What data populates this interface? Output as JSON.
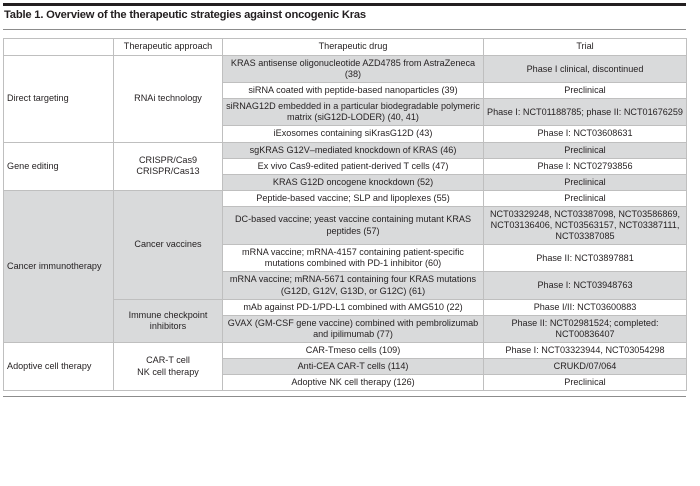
{
  "title": "Table 1. Overview of the therapeutic strategies against oncogenic Kras",
  "columns": {
    "blank": "",
    "approach": "Therapeutic approach",
    "drug": "Therapeutic drug",
    "trial": "Trial"
  },
  "colors": {
    "rule": "#231f20",
    "grid": "#bfbfbf",
    "shade": "#d9dadb",
    "text": "#231f20"
  },
  "groups": [
    {
      "category": "Direct targeting",
      "approach": "RNAi technology",
      "rows": [
        {
          "drug": "KRAS antisense oligonucleotide AZD4785 from AstraZeneca (38)",
          "trial": "Phase I clinical, discontinued",
          "shade": true
        },
        {
          "drug": "siRNA coated with peptide-based nanoparticles (39)",
          "trial": "Preclinical",
          "shade": false
        },
        {
          "drug": "siRNAG12D embedded in a particular biodegradable polymeric matrix (siG12D-LODER) (40, 41)",
          "trial": "Phase I: NCT01188785; phase II: NCT01676259",
          "shade": true
        },
        {
          "drug": "iExosomes containing siKrasG12D (43)",
          "trial": "Phase I: NCT03608631",
          "shade": false
        }
      ]
    },
    {
      "category": "Gene editing",
      "approach": "CRISPR/Cas9\nCRISPR/Cas13",
      "rows": [
        {
          "drug": "sgKRAS G12V–mediated knockdown of KRAS (46)",
          "trial": "Preclinical",
          "shade": true
        },
        {
          "drug": "Ex vivo Cas9-edited patient-derived T cells (47)",
          "trial": "Phase I: NCT02793856",
          "shade": false
        },
        {
          "drug": "KRAS G12D oncogene knockdown (52)",
          "trial": "Preclinical",
          "shade": true
        }
      ]
    },
    {
      "category": "Cancer immunotherapy",
      "approach": "Cancer vaccines",
      "rows": [
        {
          "drug": "Peptide-based vaccine; SLP and lipoplexes (55)",
          "trial": "Preclinical",
          "shade": false
        },
        {
          "drug": "DC-based vaccine; yeast vaccine containing mutant KRAS peptides (57)",
          "trial": "NCT03329248, NCT03387098, NCT03586869, NCT03136406, NCT03563157, NCT03387111, NCT03387085",
          "shade": true
        },
        {
          "drug": "mRNA vaccine; mRNA-4157 containing patient-specific mutations combined with PD-1 inhibitor (60)",
          "trial": "Phase II: NCT03897881",
          "shade": false
        },
        {
          "drug": "mRNA vaccine; mRNA-5671 containing four KRAS mutations (G12D, G12V, G13D, or G12C) (61)",
          "trial": "Phase I: NCT03948763",
          "shade": true
        }
      ],
      "subgroup": {
        "approach": "Immune checkpoint inhibitors",
        "rows": [
          {
            "drug": "mAb against PD-1/PD-L1 combined with AMG510 (22)",
            "trial": "Phase I/II: NCT03600883",
            "shade": false
          },
          {
            "drug": "GVAX (GM-CSF gene vaccine) combined with pembrolizumab and ipilimumab (77)",
            "trial": "Phase II: NCT02981524; completed: NCT00836407",
            "shade": true
          }
        ]
      }
    },
    {
      "category": "Adoptive cell therapy",
      "approach": "CAR-T cell\nNK cell therapy",
      "rows": [
        {
          "drug": "CAR-Tmeso cells (109)",
          "trial": "Phase I: NCT03323944, NCT03054298",
          "shade": false
        },
        {
          "drug": "Anti-CEA CAR-T cells (114)",
          "trial": "CRUKD/07/064",
          "shade": true
        },
        {
          "drug": "Adoptive NK cell therapy (126)",
          "trial": "Preclinical",
          "shade": false
        }
      ]
    }
  ]
}
